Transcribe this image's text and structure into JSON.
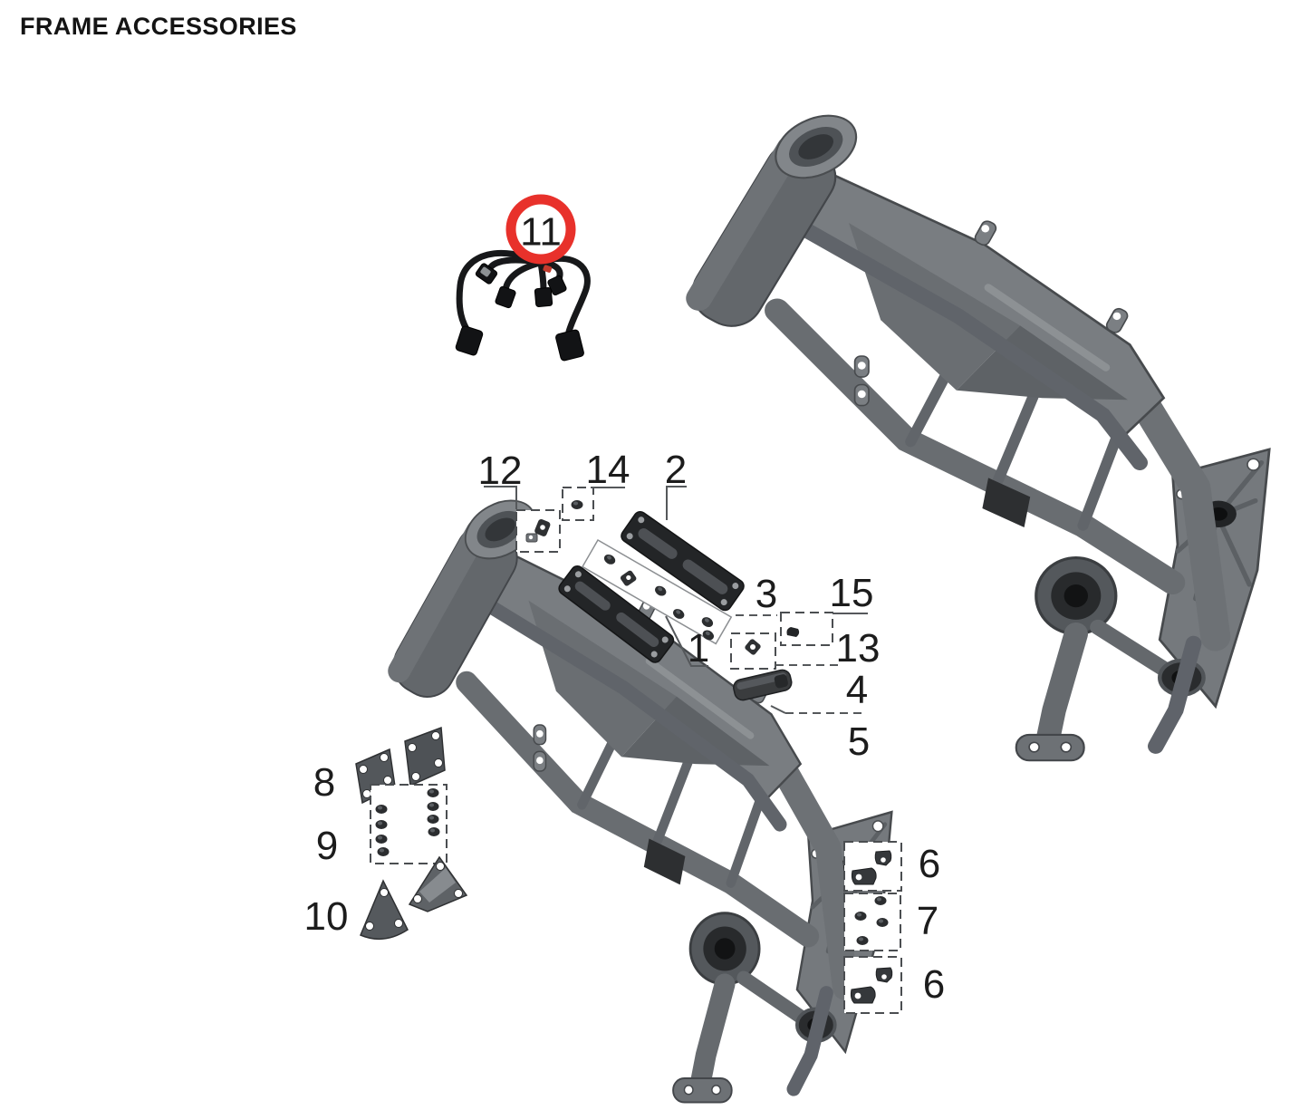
{
  "page": {
    "title": "FRAME ACCESSORIES"
  },
  "diagram": {
    "type": "exploded-parts-diagram",
    "subject": "motorcycle frame accessories",
    "highlight": {
      "part_number": "11",
      "ring_color": "#e8312b"
    },
    "callouts": {
      "harness": "11",
      "headtube_clamp": "12",
      "headtube_bolt": "14",
      "mount_plate_outer": "2",
      "mount_fasteners": "3",
      "clip_single": "15",
      "clip_square": "13",
      "mount_plate_inner": "1",
      "rubber_pad": "4",
      "pad_seat": "5",
      "bracket_plates": "8",
      "bracket_bolts": "9",
      "gusset_plates": "10",
      "cable_clamp_top": "6",
      "clamp_bolts": "7",
      "cable_clamp_bottom": "6"
    }
  }
}
